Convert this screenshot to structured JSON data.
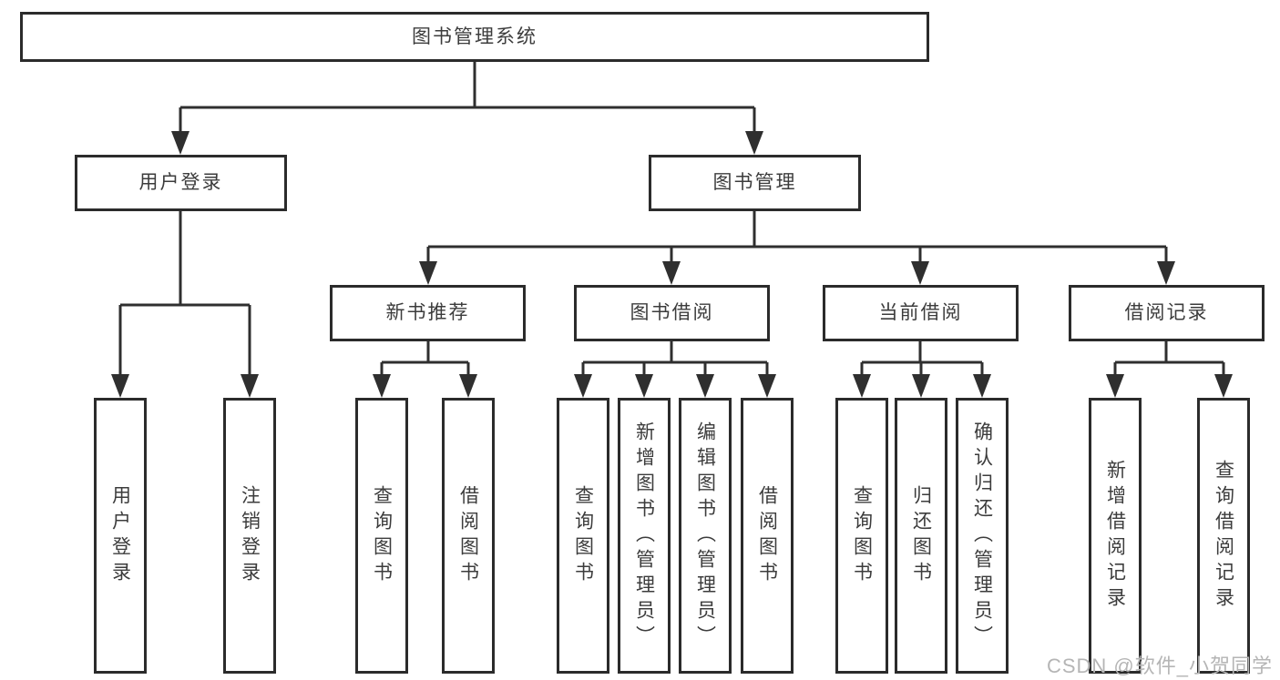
{
  "colors": {
    "line": "#2f2f2f",
    "border": "#2b2b2b",
    "text": "#3c3c3c",
    "background": "#ffffff",
    "watermark": "#b5b5b5"
  },
  "watermark": "CSDN @软件_小贺同学",
  "tree": {
    "label": "图书管理系统",
    "children": [
      {
        "label": "用户登录",
        "children": [
          {
            "label": "用户登录"
          },
          {
            "label": "注销登录"
          }
        ]
      },
      {
        "label": "图书管理",
        "children": [
          {
            "label": "新书推荐",
            "children": [
              {
                "label": "查询图书"
              },
              {
                "label": "借阅图书"
              }
            ]
          },
          {
            "label": "图书借阅",
            "children": [
              {
                "label": "查询图书"
              },
              {
                "label": "新增图书（管理员）"
              },
              {
                "label": "编辑图书（管理员）"
              },
              {
                "label": "借阅图书"
              }
            ]
          },
          {
            "label": "当前借阅",
            "children": [
              {
                "label": "查询图书"
              },
              {
                "label": "归还图书"
              },
              {
                "label": "确认归还（管理员）"
              }
            ]
          },
          {
            "label": "借阅记录",
            "children": [
              {
                "label": "新增借阅记录"
              },
              {
                "label": "查询借阅记录"
              }
            ]
          }
        ]
      }
    ]
  }
}
